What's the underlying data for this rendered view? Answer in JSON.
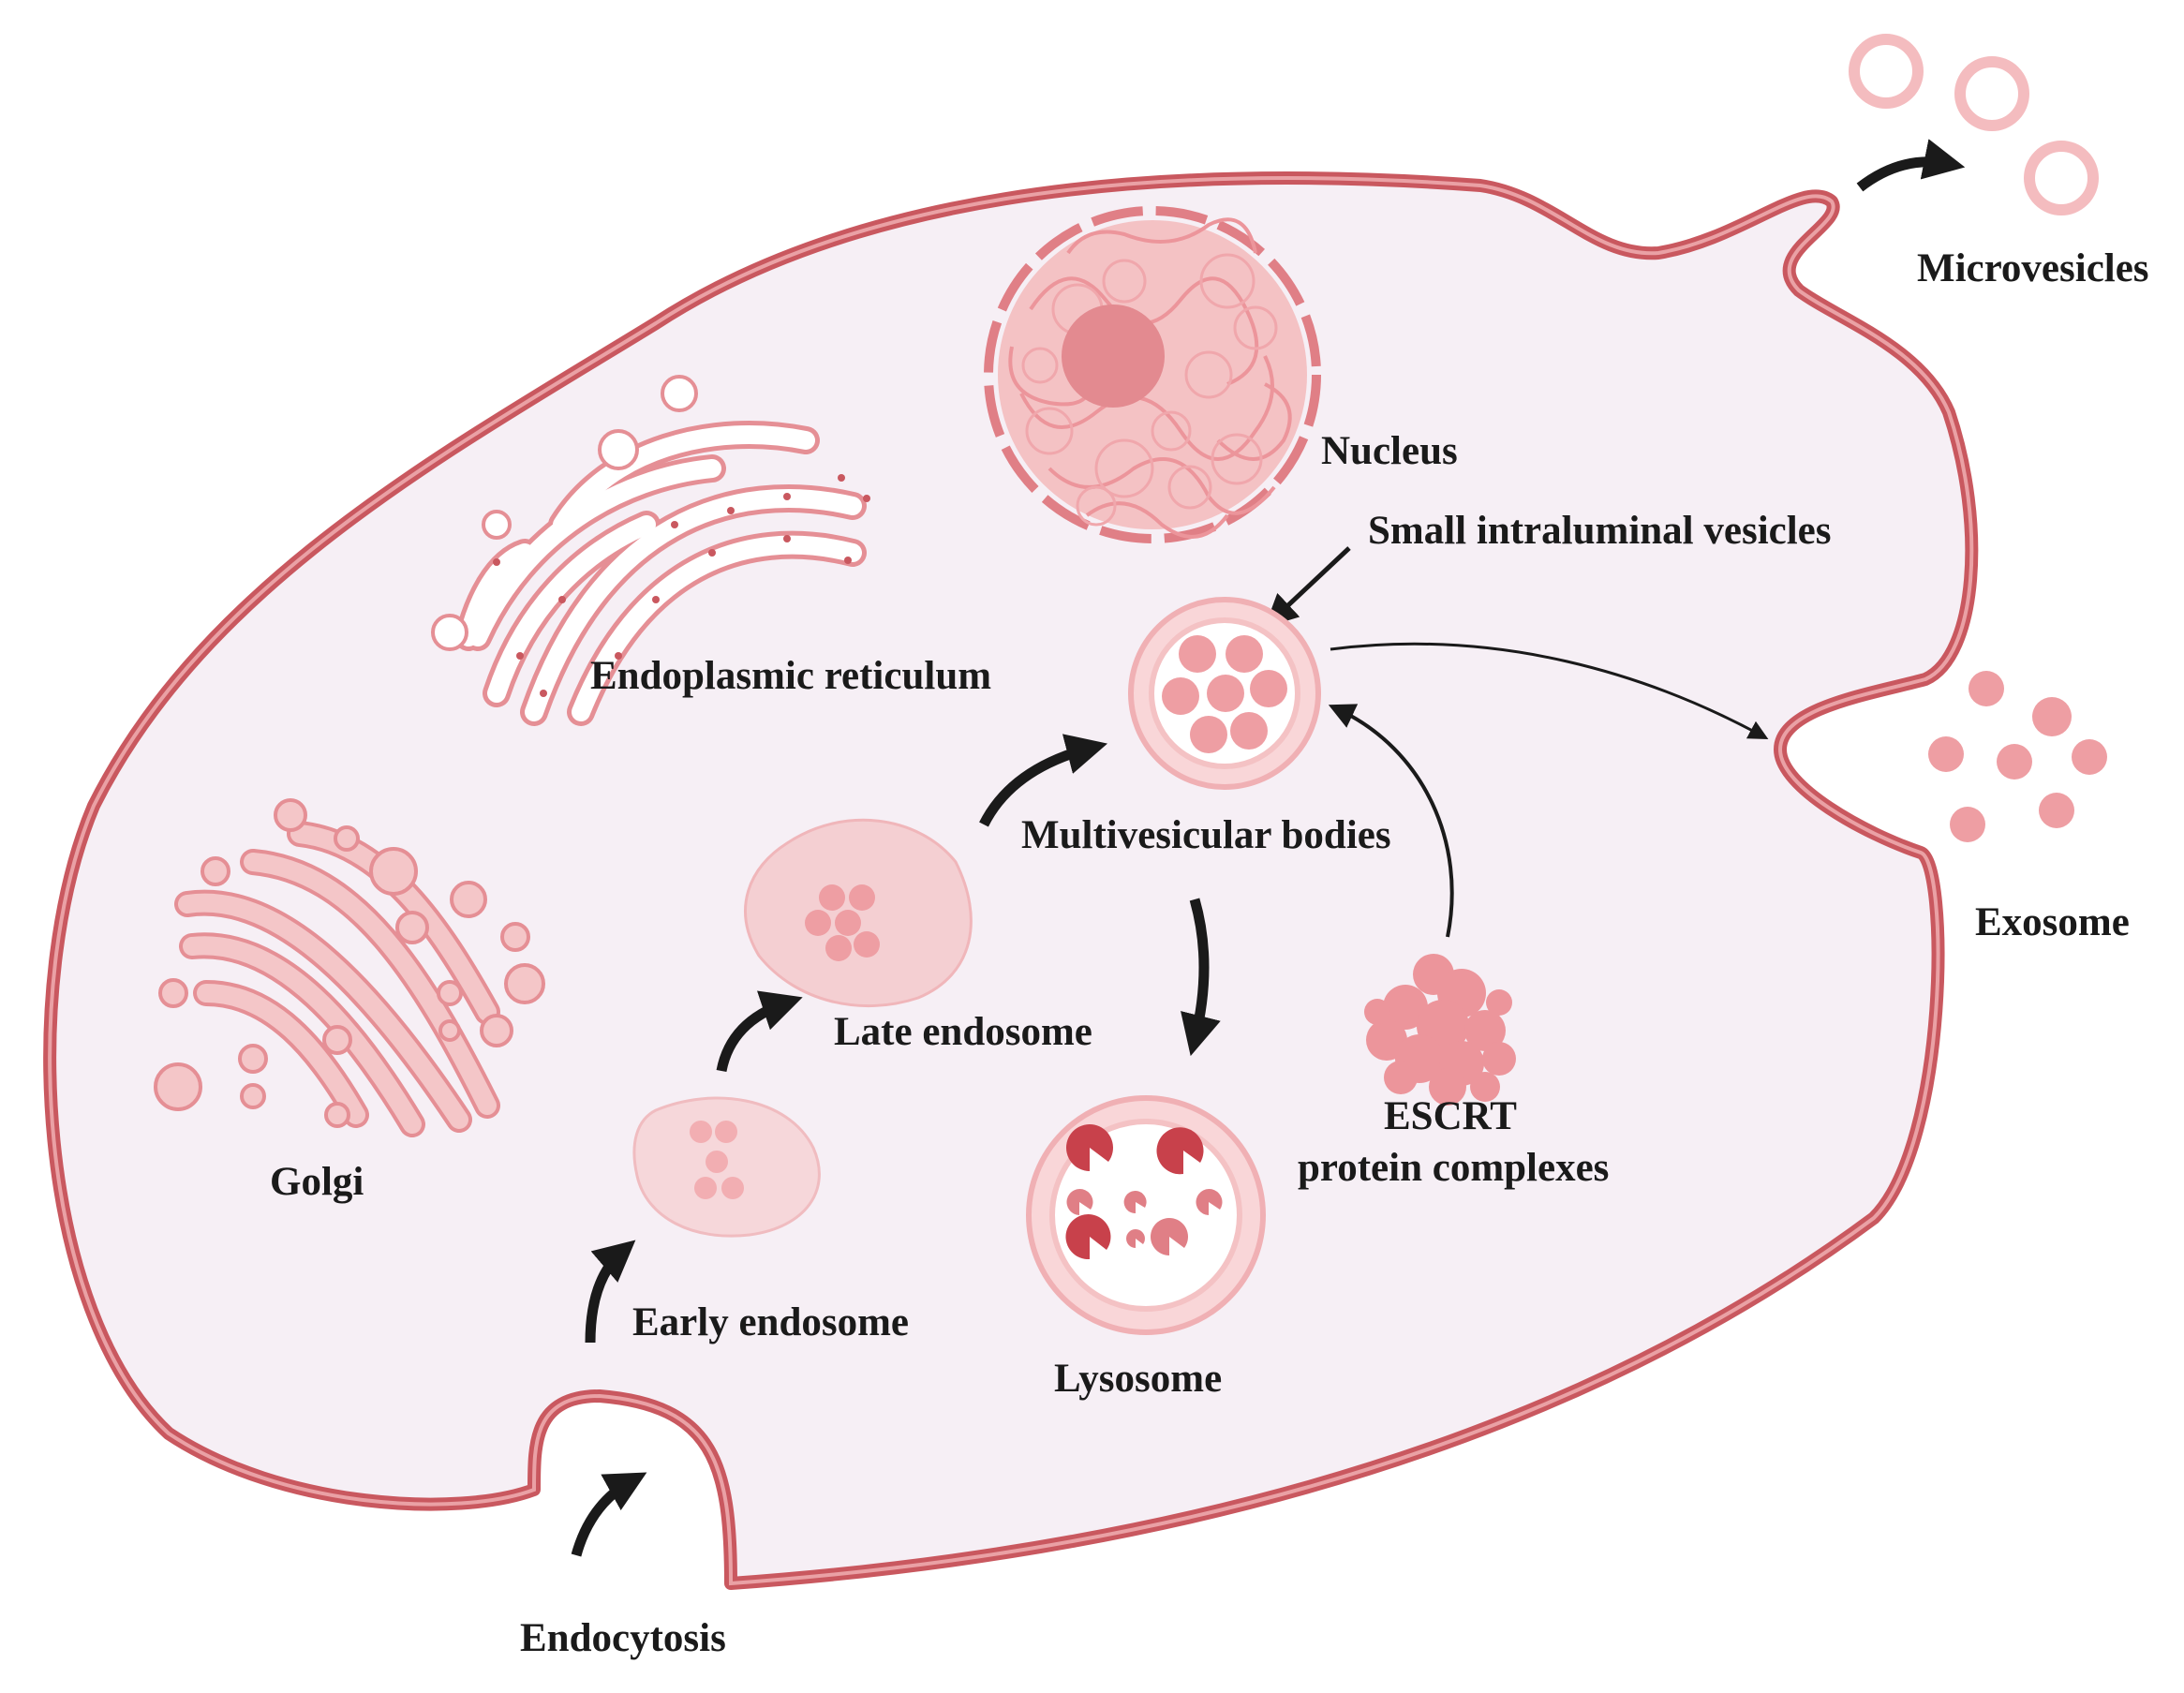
{
  "labels": {
    "microvesicles": "Microvesicles",
    "nucleus": "Nucleus",
    "small_ilv": "Small intraluminal vesicles",
    "endoplasmic_reticulum": "Endoplasmic reticulum",
    "multivesicular_bodies": "Multivesicular bodies",
    "exosome": "Exosome",
    "late_endosome": "Late endosome",
    "golgi": "Golgi",
    "escrt_line1": "ESCRT",
    "escrt_line2": "protein complexes",
    "early_endosome": "Early endosome",
    "lysosome": "Lysosome",
    "endocytosis": "Endocytosis"
  },
  "icons": {
    "cell": "cell-membrane-icon",
    "nucleus": "nucleus-icon",
    "er": "endoplasmic-reticulum-icon",
    "golgi": "golgi-icon",
    "mvb": "multivesicular-body-icon",
    "lysosome": "lysosome-icon",
    "early_endosome": "early-endosome-icon",
    "late_endosome": "late-endosome-icon",
    "escrt": "escrt-protein-icon",
    "exosome": "exosome-particles-icon",
    "microvesicles": "microvesicle-ring-icon"
  },
  "colors": {
    "membrane": "#c9585f",
    "cytoplasm": "#f6eff5",
    "organelle_fill": "#f4c6c8",
    "organelle_stroke": "#e48d93",
    "vesicle": "#ee9ea3",
    "dark_red": "#c8414b",
    "arrow": "#1a1a1a"
  }
}
